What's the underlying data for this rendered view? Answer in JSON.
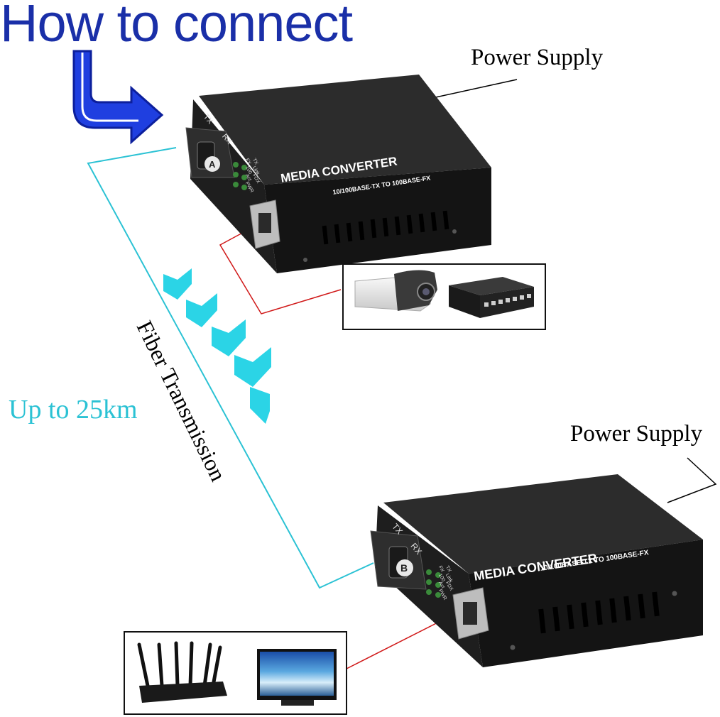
{
  "heading": "How to connect",
  "power_supply_top": "Power Supply",
  "power_supply_bottom": "Power Supply",
  "distance": "Up to 25km",
  "fiber_label": "Fiber Transmission",
  "converter_a": {
    "title": "MEDIA CONVERTER",
    "subtitle": "10/100BASE-TX TO 100BASE-FX",
    "port_letter": "A",
    "tx": "TX",
    "rx": "RX",
    "led_labels": [
      "FX",
      "TX",
      "100",
      "Link",
      "Act",
      "FDX",
      "PWR"
    ]
  },
  "converter_b": {
    "title": "MEDIA CONVERTER",
    "subtitle": "10/100BASE-TX TO 100BASE-FX",
    "port_letter": "B",
    "tx": "TX",
    "rx": "RX",
    "led_labels": [
      "FX",
      "TX",
      "100",
      "Link",
      "Act",
      "FDX",
      "PWR"
    ]
  },
  "colors": {
    "heading": "#1a2fa8",
    "arrow": "#1f3fe0",
    "fiber_line": "#2bc2d4",
    "chevron": "#2bd4e6",
    "device_link": "#d01818",
    "converter_body": "#161616"
  },
  "icons": [
    "bent-arrow-icon",
    "cctv-camera-icon",
    "network-switch-icon",
    "router-icon",
    "monitor-icon"
  ]
}
